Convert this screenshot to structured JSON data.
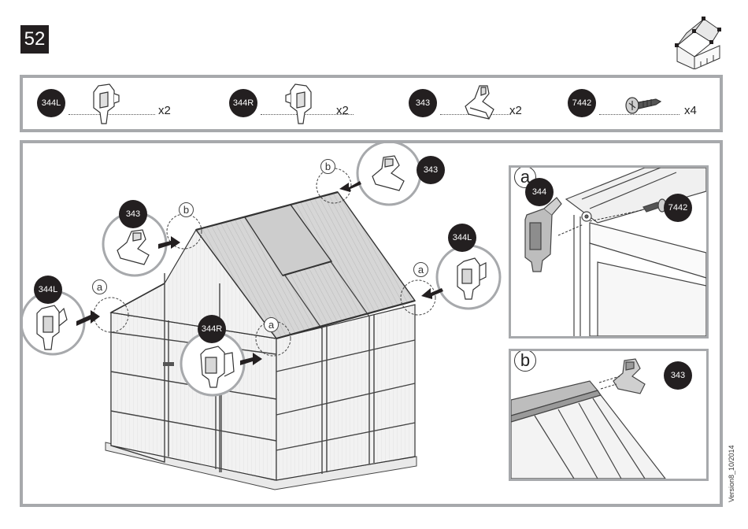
{
  "step": {
    "number": "52"
  },
  "parts": [
    {
      "id": "344L",
      "qty": "x2",
      "icon": "corner-cap-left-icon"
    },
    {
      "id": "344R",
      "qty": "x2",
      "icon": "corner-cap-right-icon"
    },
    {
      "id": "343",
      "qty": "x2",
      "icon": "ridge-cap-icon"
    },
    {
      "id": "7442",
      "qty": "x4",
      "icon": "screw-icon"
    }
  ],
  "callouts": [
    {
      "part": "344L",
      "target": "a"
    },
    {
      "part": "343",
      "target": "b"
    },
    {
      "part": "344R",
      "target": "a"
    },
    {
      "part": "343",
      "target": "b"
    },
    {
      "part": "344L",
      "target": "a"
    }
  ],
  "details": {
    "a": {
      "letter": "a",
      "parts": [
        "344",
        "7442"
      ]
    },
    "b": {
      "letter": "b",
      "parts": [
        "343"
      ]
    }
  },
  "footer": {
    "version": "Version8_10/2014"
  },
  "colors": {
    "frame": "#a7a9ac",
    "badge": "#231f20",
    "glazing": "#d9d9d9"
  }
}
